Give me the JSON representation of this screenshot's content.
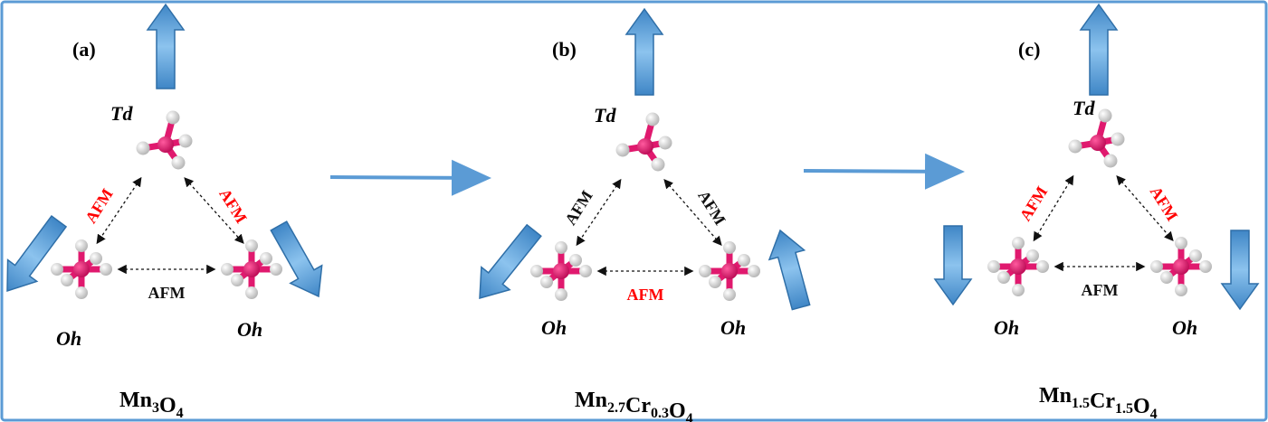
{
  "colors": {
    "border": "#5b9bd5",
    "spin": "#5aa0d8",
    "spin_dark": "#2f6fa8",
    "process_arrow": "#5b9bd5",
    "mn": "#e0196e",
    "o": "#e8e8e8",
    "afm_red": "#ff0000",
    "afm_black": "#111111"
  },
  "panels": [
    {
      "label": "(a)",
      "td_label": "Td",
      "oh_left_label": "Oh",
      "oh_right_label": "Oh",
      "formula": [
        {
          "t": "Mn"
        },
        {
          "sub": "3"
        },
        {
          "t": "O"
        },
        {
          "sub": "4"
        }
      ],
      "couplings": {
        "left": {
          "text": "AFM",
          "color": "red"
        },
        "right": {
          "text": "AFM",
          "color": "red"
        },
        "bottom": {
          "text": "AFM",
          "color": "black"
        }
      },
      "spins": {
        "td": "up",
        "oh_left": "down-left",
        "oh_right": "down-right"
      }
    },
    {
      "label": "(b)",
      "td_label": "Td",
      "oh_left_label": "Oh",
      "oh_right_label": "Oh",
      "formula": [
        {
          "t": "Mn"
        },
        {
          "sub": "2.7"
        },
        {
          "t": "Cr"
        },
        {
          "sub": "0.3"
        },
        {
          "t": "O"
        },
        {
          "sub": "4"
        }
      ],
      "couplings": {
        "left": {
          "text": "AFM",
          "color": "black"
        },
        "right": {
          "text": "AFM",
          "color": "black"
        },
        "bottom": {
          "text": "AFM",
          "color": "red"
        }
      },
      "spins": {
        "td": "up",
        "oh_left": "down-left",
        "oh_right": "up-left"
      }
    },
    {
      "label": "(c)",
      "td_label": "Td",
      "oh_left_label": "Oh",
      "oh_right_label": "Oh",
      "formula": [
        {
          "t": "Mn"
        },
        {
          "sub": "1.5"
        },
        {
          "t": "Cr"
        },
        {
          "sub": "1.5"
        },
        {
          "t": "O"
        },
        {
          "sub": "4"
        }
      ],
      "couplings": {
        "left": {
          "text": "AFM",
          "color": "red"
        },
        "right": {
          "text": "AFM",
          "color": "red"
        },
        "bottom": {
          "text": "AFM",
          "color": "black"
        }
      },
      "spins": {
        "td": "up",
        "oh_left": "down",
        "oh_right": "down"
      }
    }
  ]
}
